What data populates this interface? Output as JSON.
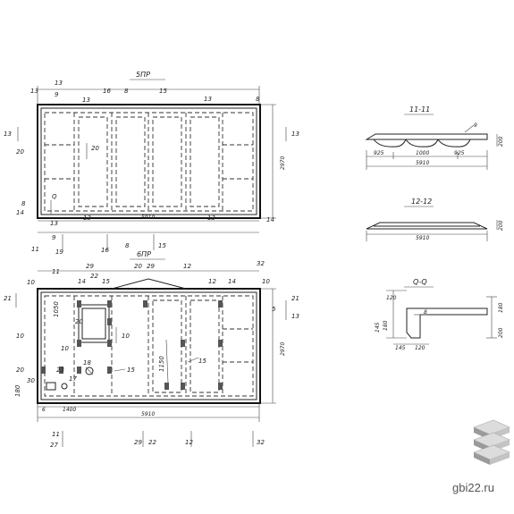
{
  "views": {
    "top_plan_title": "5ПР",
    "bottom_plan_title": "6ПР",
    "section_1_title": "11-11",
    "section_2_title": "12-12",
    "section_3_title": "Q-Q"
  },
  "dimensions": {
    "top_width": "5910",
    "top_height": "2970",
    "bottom_width": "5910",
    "bottom_height": "2970",
    "sec1_overall": "5910",
    "sec1_left": "925",
    "sec1_mid": "1000",
    "sec1_right": "925",
    "sec2_overall": "5910",
    "bottom_1400": "1400",
    "bottom_1150": "1150",
    "bottom_1050": "1050",
    "qq_dim_a": "120",
    "qq_dim_b": "200",
    "qq_dim_c": "145",
    "qq_dim_d": "180"
  },
  "marks": {
    "m13": "13",
    "m9": "9",
    "m16": "16",
    "m15": "15",
    "m8": "8",
    "m20": "20",
    "m14": "14",
    "m11": "11",
    "m19": "19",
    "m10": "10",
    "m21": "21",
    "m32": "32",
    "m12": "12",
    "m22": "22",
    "m23": "23",
    "m5": "5",
    "m27": "27",
    "m29": "29",
    "m17": "17",
    "m18": "18",
    "m30": "30",
    "m6": "6",
    "mQ": "Q"
  },
  "brand": {
    "site": "gbi22.ru"
  }
}
